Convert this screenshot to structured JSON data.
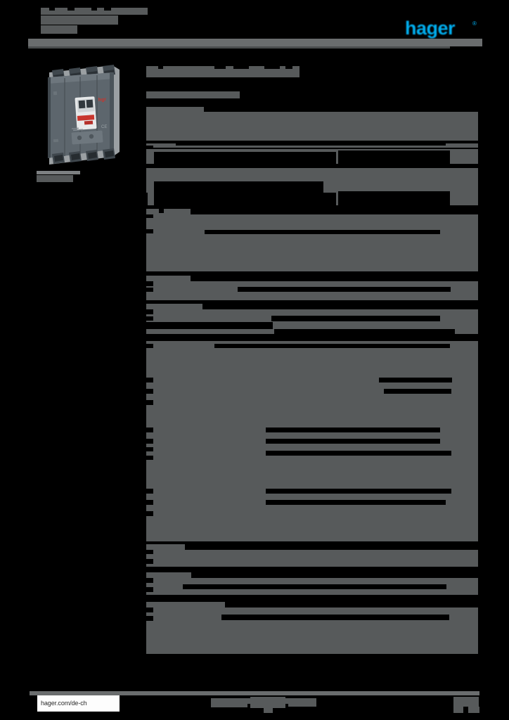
{
  "document": {
    "type": "product-datasheet",
    "brand": "hager",
    "brand_color": "#00aeef",
    "page_background": "#000000",
    "redaction_color": "#575a5b",
    "content_state": "redacted"
  },
  "header": {
    "title_lines": [
      "",
      "",
      ""
    ],
    "rule_visible": true,
    "logo": {
      "wordmark": "hager",
      "registered_mark": "®",
      "color": "#00aeef"
    }
  },
  "left_column": {
    "product_image": {
      "name": "moulded-case-circuit-breaker",
      "pole_count": 4,
      "body_color": "#565f66",
      "accent_color": "#c8362e"
    },
    "caption_lines": [
      "",
      ""
    ]
  },
  "main": {
    "page_title": "",
    "page_subtitle": "",
    "sections": [
      {
        "heading": "",
        "rows": [
          {
            "label": "",
            "value": ""
          },
          {
            "label": "",
            "value": ""
          },
          {
            "label": "",
            "value": ""
          }
        ]
      },
      {
        "heading": "",
        "rows": [
          {
            "label": "",
            "value": ""
          },
          {
            "label": "",
            "value": ""
          }
        ]
      },
      {
        "heading": "",
        "rows": [
          {
            "label": "",
            "value": ""
          },
          {
            "label": "",
            "value": ""
          },
          {
            "label": "",
            "value": ""
          },
          {
            "label": "",
            "value": ""
          }
        ]
      },
      {
        "heading": "",
        "rows": [
          {
            "label": "",
            "value": ""
          }
        ]
      },
      {
        "heading": "",
        "rows": [
          {
            "label": "",
            "value": ""
          }
        ]
      },
      {
        "heading": "",
        "rows": [
          {
            "label": "",
            "value": ""
          },
          {
            "label": "",
            "value": ""
          },
          {
            "label": "",
            "value": ""
          },
          {
            "label": "",
            "value": ""
          },
          {
            "label": "",
            "value": ""
          },
          {
            "label": "",
            "value": ""
          },
          {
            "label": "",
            "value": ""
          },
          {
            "label": "",
            "value": ""
          },
          {
            "label": "",
            "value": ""
          },
          {
            "label": "",
            "value": ""
          },
          {
            "label": "",
            "value": ""
          },
          {
            "label": "",
            "value": ""
          }
        ]
      },
      {
        "heading": "",
        "rows": [
          {
            "label": "",
            "value": ""
          }
        ]
      },
      {
        "heading": "",
        "rows": [
          {
            "label": "",
            "value": ""
          }
        ]
      },
      {
        "heading": "",
        "rows": [
          {
            "label": "",
            "value": ""
          },
          {
            "label": "",
            "value": ""
          }
        ]
      }
    ]
  },
  "footer": {
    "url": "hager.com/de-ch",
    "center_text": "",
    "right_text": "",
    "rule_visible": true
  }
}
